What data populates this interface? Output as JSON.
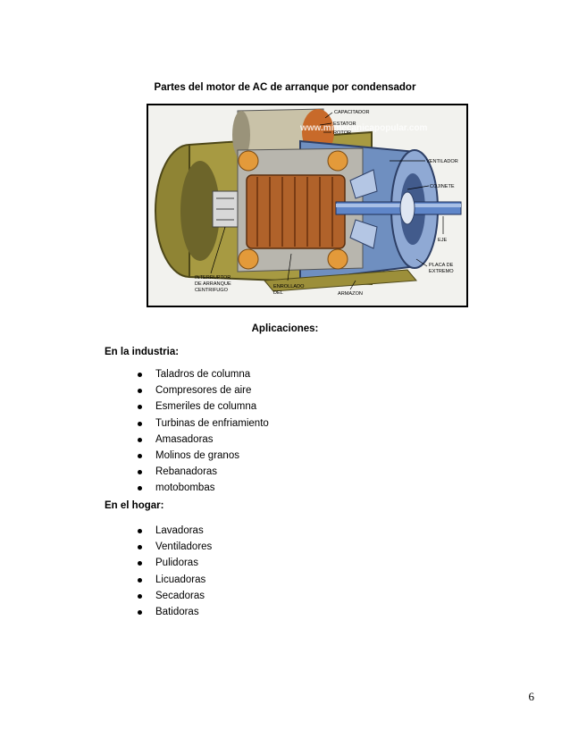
{
  "figure": {
    "title": "Partes del motor de AC de arranque por condensador",
    "watermark": "www.mimecanicapopular.com",
    "labels": {
      "capacitor": "CAPACITADOR",
      "stator": "ESTATOR",
      "rotor": "ROTOR",
      "fan": "VENTILADOR",
      "bearing": "COJINETE",
      "shaft": "EJE",
      "end_plate_1": "PLACA DE",
      "end_plate_2": "EXTREMO",
      "switch_1": "INTERRUPTOR",
      "switch_2": "DE ARRANQUE",
      "switch_3": "CENTRIFUGO",
      "winding_1": "ENROLLADO",
      "winding_2": "DEL",
      "frame": "ARMAZON"
    }
  },
  "applications": {
    "title": "Aplicaciones:",
    "industry": {
      "heading": "En la industria:",
      "items": [
        "Taladros de columna",
        "Compresores de aire",
        "Esmeriles de columna",
        "Turbinas de enfriamiento",
        "Amasadoras",
        "Molinos de granos",
        "Rebanadoras",
        "motobombas"
      ]
    },
    "home": {
      "heading": "En el hogar:",
      "items": [
        "Lavadoras",
        "Ventiladores",
        "Pulidoras",
        "Licuadoras",
        "Secadoras",
        "Batidoras"
      ]
    }
  },
  "page_number": "6"
}
